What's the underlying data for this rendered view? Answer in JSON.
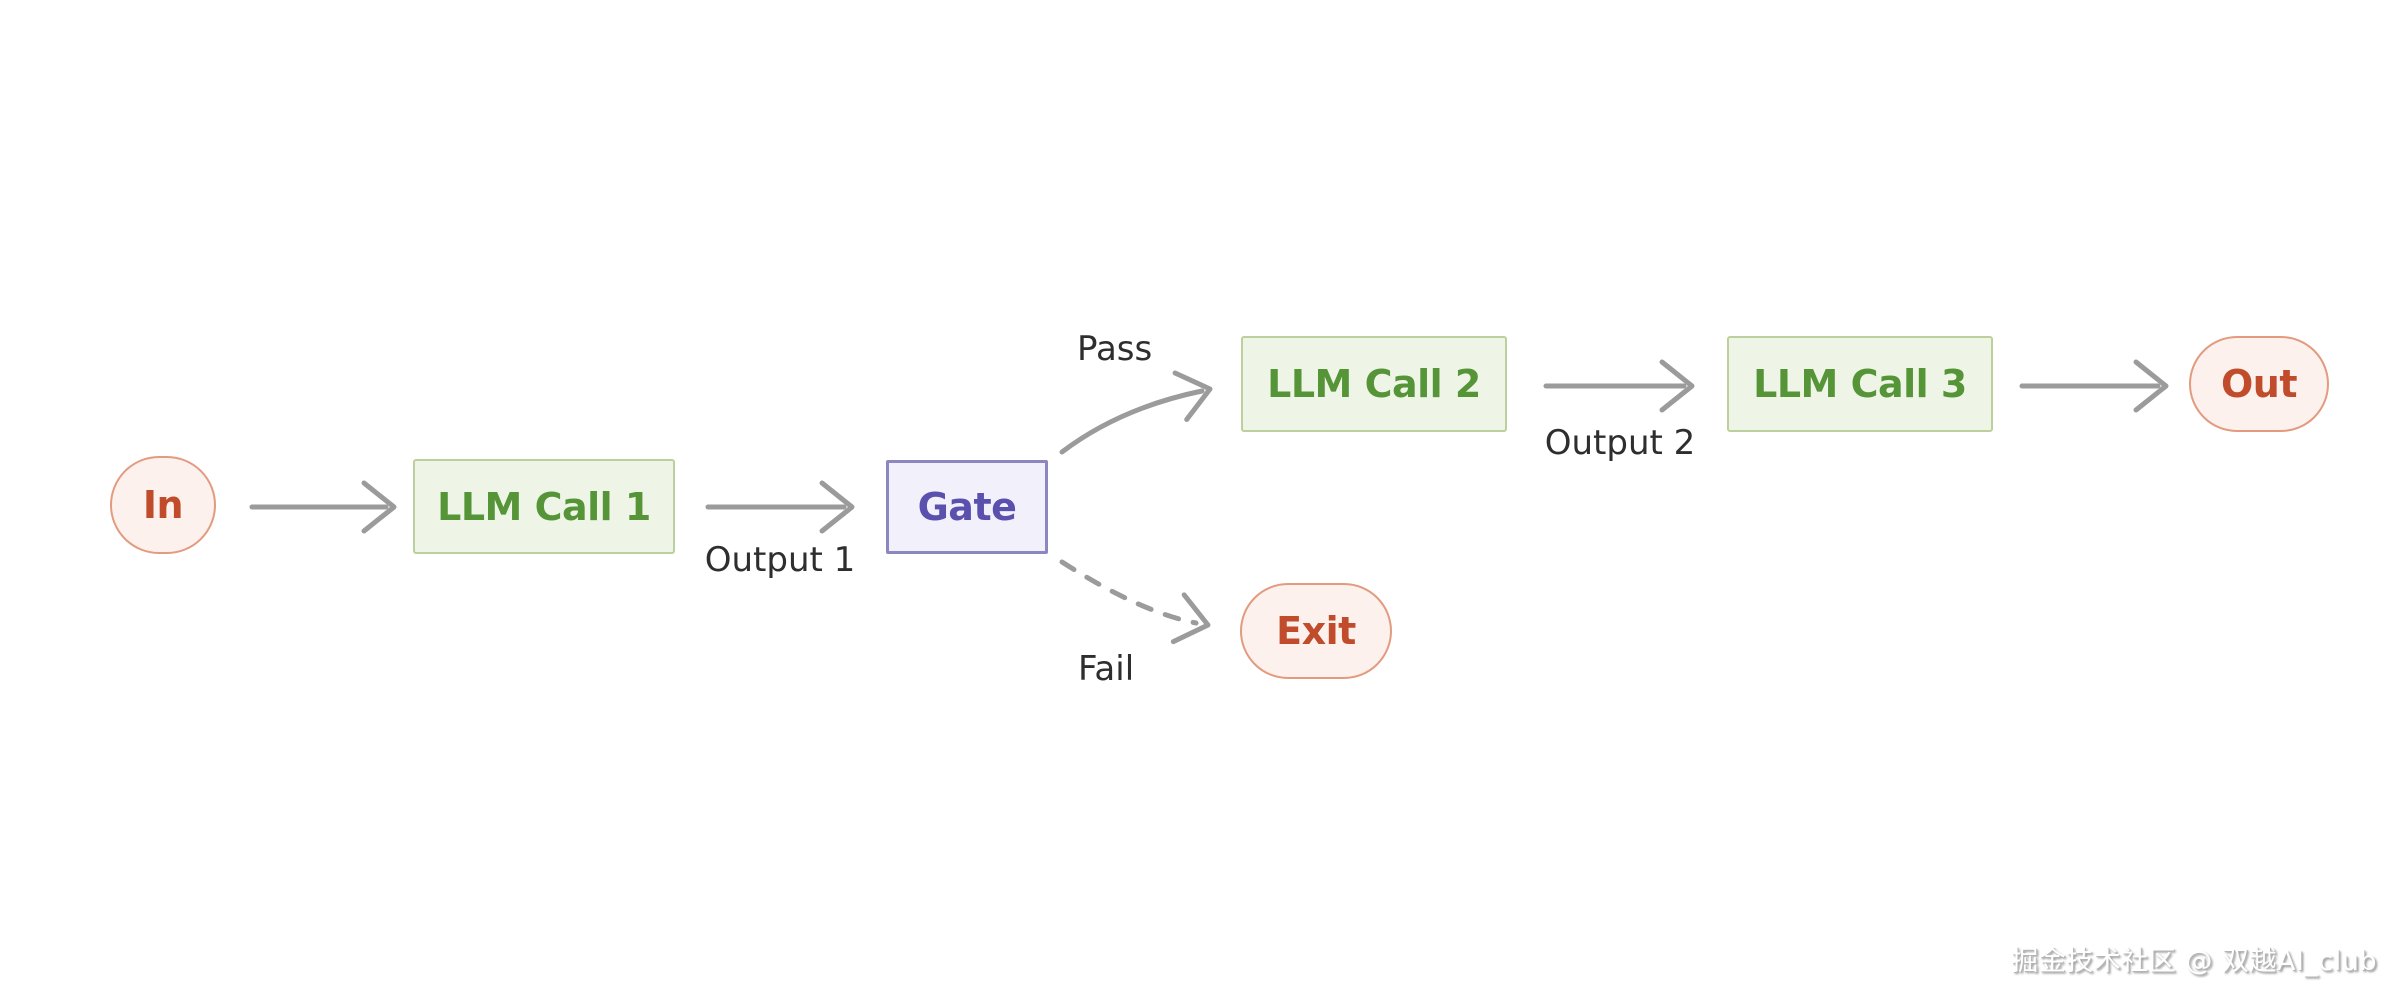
{
  "diagram": {
    "title_implicit": "LLM prompt-chaining flow with gate",
    "background": "#ffffff",
    "arrow_color": "#9b9b9b",
    "nodes": [
      {
        "id": "in",
        "label": "In",
        "type": "terminal",
        "fill": "#fcf1ec",
        "border": "#e39b80",
        "text_color": "#c04c2b"
      },
      {
        "id": "llm1",
        "label": "LLM Call 1",
        "type": "process",
        "fill": "#eef5e7",
        "border": "#bccf9c",
        "text_color": "#569438"
      },
      {
        "id": "gate",
        "label": "Gate",
        "type": "decision",
        "fill": "#f2f0fa",
        "border": "#8d87c0",
        "text_color": "#5a50ae"
      },
      {
        "id": "llm2",
        "label": "LLM Call 2",
        "type": "process",
        "fill": "#eef5e7",
        "border": "#bccf9c",
        "text_color": "#569438"
      },
      {
        "id": "llm3",
        "label": "LLM Call 3",
        "type": "process",
        "fill": "#eef5e7",
        "border": "#bccf9c",
        "text_color": "#569438"
      },
      {
        "id": "out",
        "label": "Out",
        "type": "terminal",
        "fill": "#fcf1ec",
        "border": "#e39b80",
        "text_color": "#c04c2b"
      },
      {
        "id": "exit",
        "label": "Exit",
        "type": "terminal",
        "fill": "#fcf1ec",
        "border": "#e39b80",
        "text_color": "#c04c2b"
      }
    ],
    "edges": [
      {
        "from": "in",
        "to": "llm1",
        "label": "",
        "style": "solid"
      },
      {
        "from": "llm1",
        "to": "gate",
        "label": "Output 1",
        "style": "solid"
      },
      {
        "from": "gate",
        "to": "llm2",
        "label": "Pass",
        "style": "solid-curved"
      },
      {
        "from": "llm2",
        "to": "llm3",
        "label": "Output 2",
        "style": "solid"
      },
      {
        "from": "llm3",
        "to": "out",
        "label": "",
        "style": "solid"
      },
      {
        "from": "gate",
        "to": "exit",
        "label": "Fail",
        "style": "dashed-curved"
      }
    ]
  },
  "watermark": {
    "text": "掘金技术社区 @ 双越AI_club"
  }
}
